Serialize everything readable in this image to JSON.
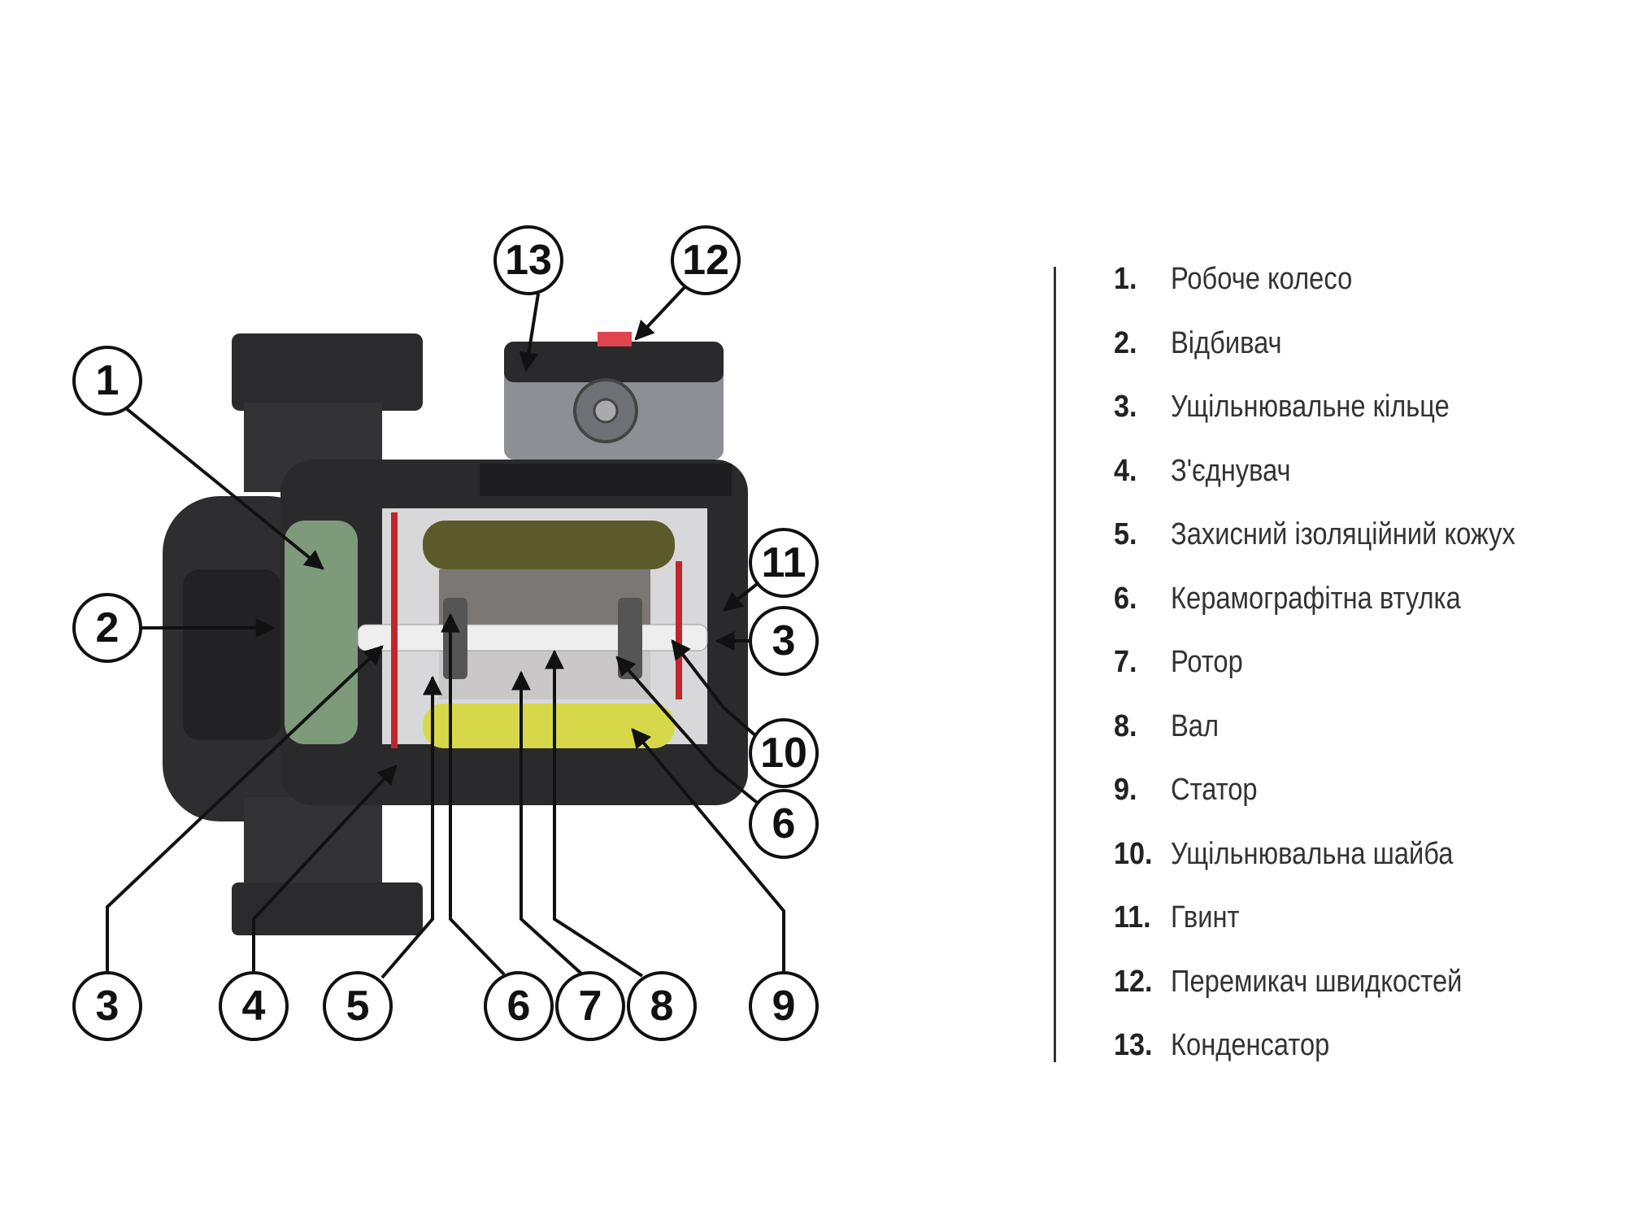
{
  "callouts": {
    "c13": "13",
    "c12": "12",
    "c1": "1",
    "c2": "2",
    "c11": "11",
    "c3r": "3",
    "c10": "10",
    "c6r": "6",
    "c9": "9",
    "c3": "3",
    "c4": "4",
    "c5": "5",
    "c6": "6",
    "c7": "7",
    "c8": "8"
  },
  "legend": [
    {
      "num": "1.",
      "label": "Робоче колесо"
    },
    {
      "num": "2.",
      "label": "Відбивач"
    },
    {
      "num": "3.",
      "label": "Ущільнювальне кільце"
    },
    {
      "num": "4.",
      "label": "З'єднувач"
    },
    {
      "num": "5.",
      "label": "Захисний ізоляційний кожух"
    },
    {
      "num": "6.",
      "label": "Керамографітна втулка"
    },
    {
      "num": "7.",
      "label": "Ротор"
    },
    {
      "num": "8.",
      "label": "Вал"
    },
    {
      "num": "9.",
      "label": "Статор"
    },
    {
      "num": "10.",
      "label": "Ущільнювальна шайба"
    },
    {
      "num": "11.",
      "label": "Гвинт"
    },
    {
      "num": "12.",
      "label": "Перемикач швидкостей"
    },
    {
      "num": "13.",
      "label": "Конденсатор"
    }
  ],
  "colors": {
    "housing": "#2b2b2d",
    "stator": "#d6d84a",
    "seal": "#c0272d",
    "impeller": "#7d9a7a",
    "switch": "#e0454f"
  }
}
